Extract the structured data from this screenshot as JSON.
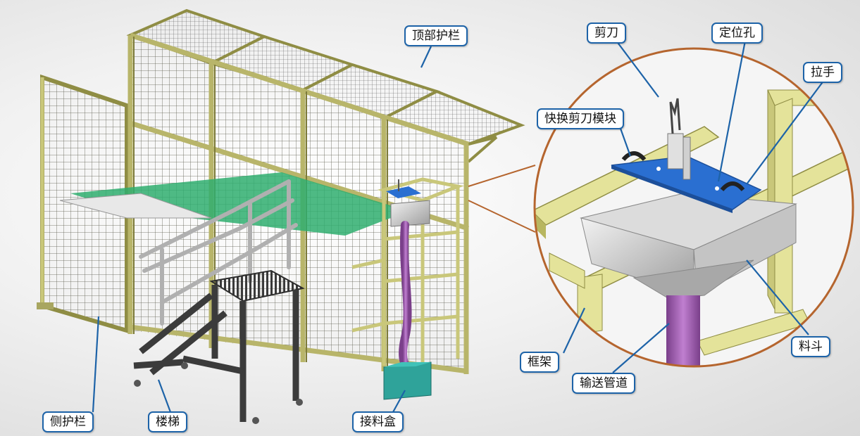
{
  "labels": {
    "top_guardrail": "顶部护栏",
    "scissors": "剪刀",
    "locating_hole": "定位孔",
    "handle": "拉手",
    "quick_change_scissor_module": "快换剪刀模块",
    "frame": "框架",
    "conveying_pipe": "输送管道",
    "hopper": "料斗",
    "side_guardrail": "侧护栏",
    "stairs": "楼梯",
    "collection_box": "接料盒"
  },
  "colors": {
    "frame_yellow": "#c9c77a",
    "frame_dark": "#8f8d44",
    "conveyor_green": "#2fae6e",
    "module_blue": "#2a6fd1",
    "pipe_purple": "#a05fb0",
    "box_teal": "#2fa39a",
    "callout_border": "#1d63a8",
    "detail_circle": "#b5652e"
  }
}
